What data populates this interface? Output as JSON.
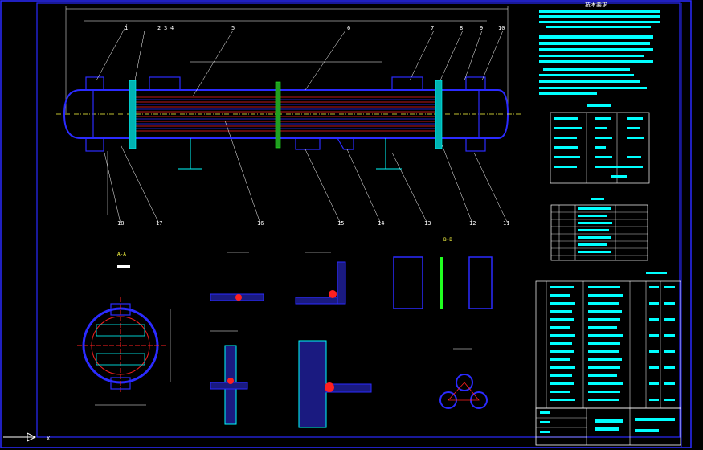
{
  "colors": {
    "background": "#000000",
    "shell": "#2b2bff",
    "tubes": "#ff2020",
    "cyan": "#00ffff",
    "white": "#ffffff",
    "green": "#20ff20",
    "yellow": "#ffff40",
    "frame": "#3a3aff"
  },
  "balloons": [
    "1",
    "2",
    "3",
    "4",
    "5",
    "6",
    "7",
    "8",
    "9",
    "10",
    "11",
    "12",
    "13",
    "14",
    "15",
    "16",
    "17",
    "18"
  ],
  "section_labels": {
    "aa": "A-A",
    "bb": "B-B"
  },
  "tech_title": "技术要求",
  "ucs": {
    "axis_x": "X"
  },
  "icons": {
    "ucs": "ucs-axis-icon"
  }
}
